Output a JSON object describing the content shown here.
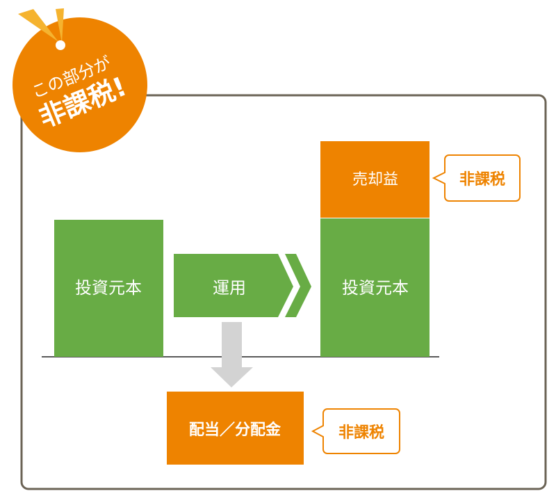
{
  "tag": {
    "line1": "この部分が",
    "line2": "非課税!"
  },
  "boxes": {
    "principal_left": "投資元本",
    "operation": "運用",
    "principal_right": "投資元本",
    "capital_gain": "売却益",
    "dividend": "配当／分配金"
  },
  "callouts": {
    "capital_gain_tax": "非課税",
    "dividend_tax": "非課税"
  },
  "colors": {
    "green": "#68ac45",
    "orange": "#ee8300",
    "yellow": "#f5b32f",
    "grey": "#d3d3d3",
    "frame": "#6b6355"
  }
}
